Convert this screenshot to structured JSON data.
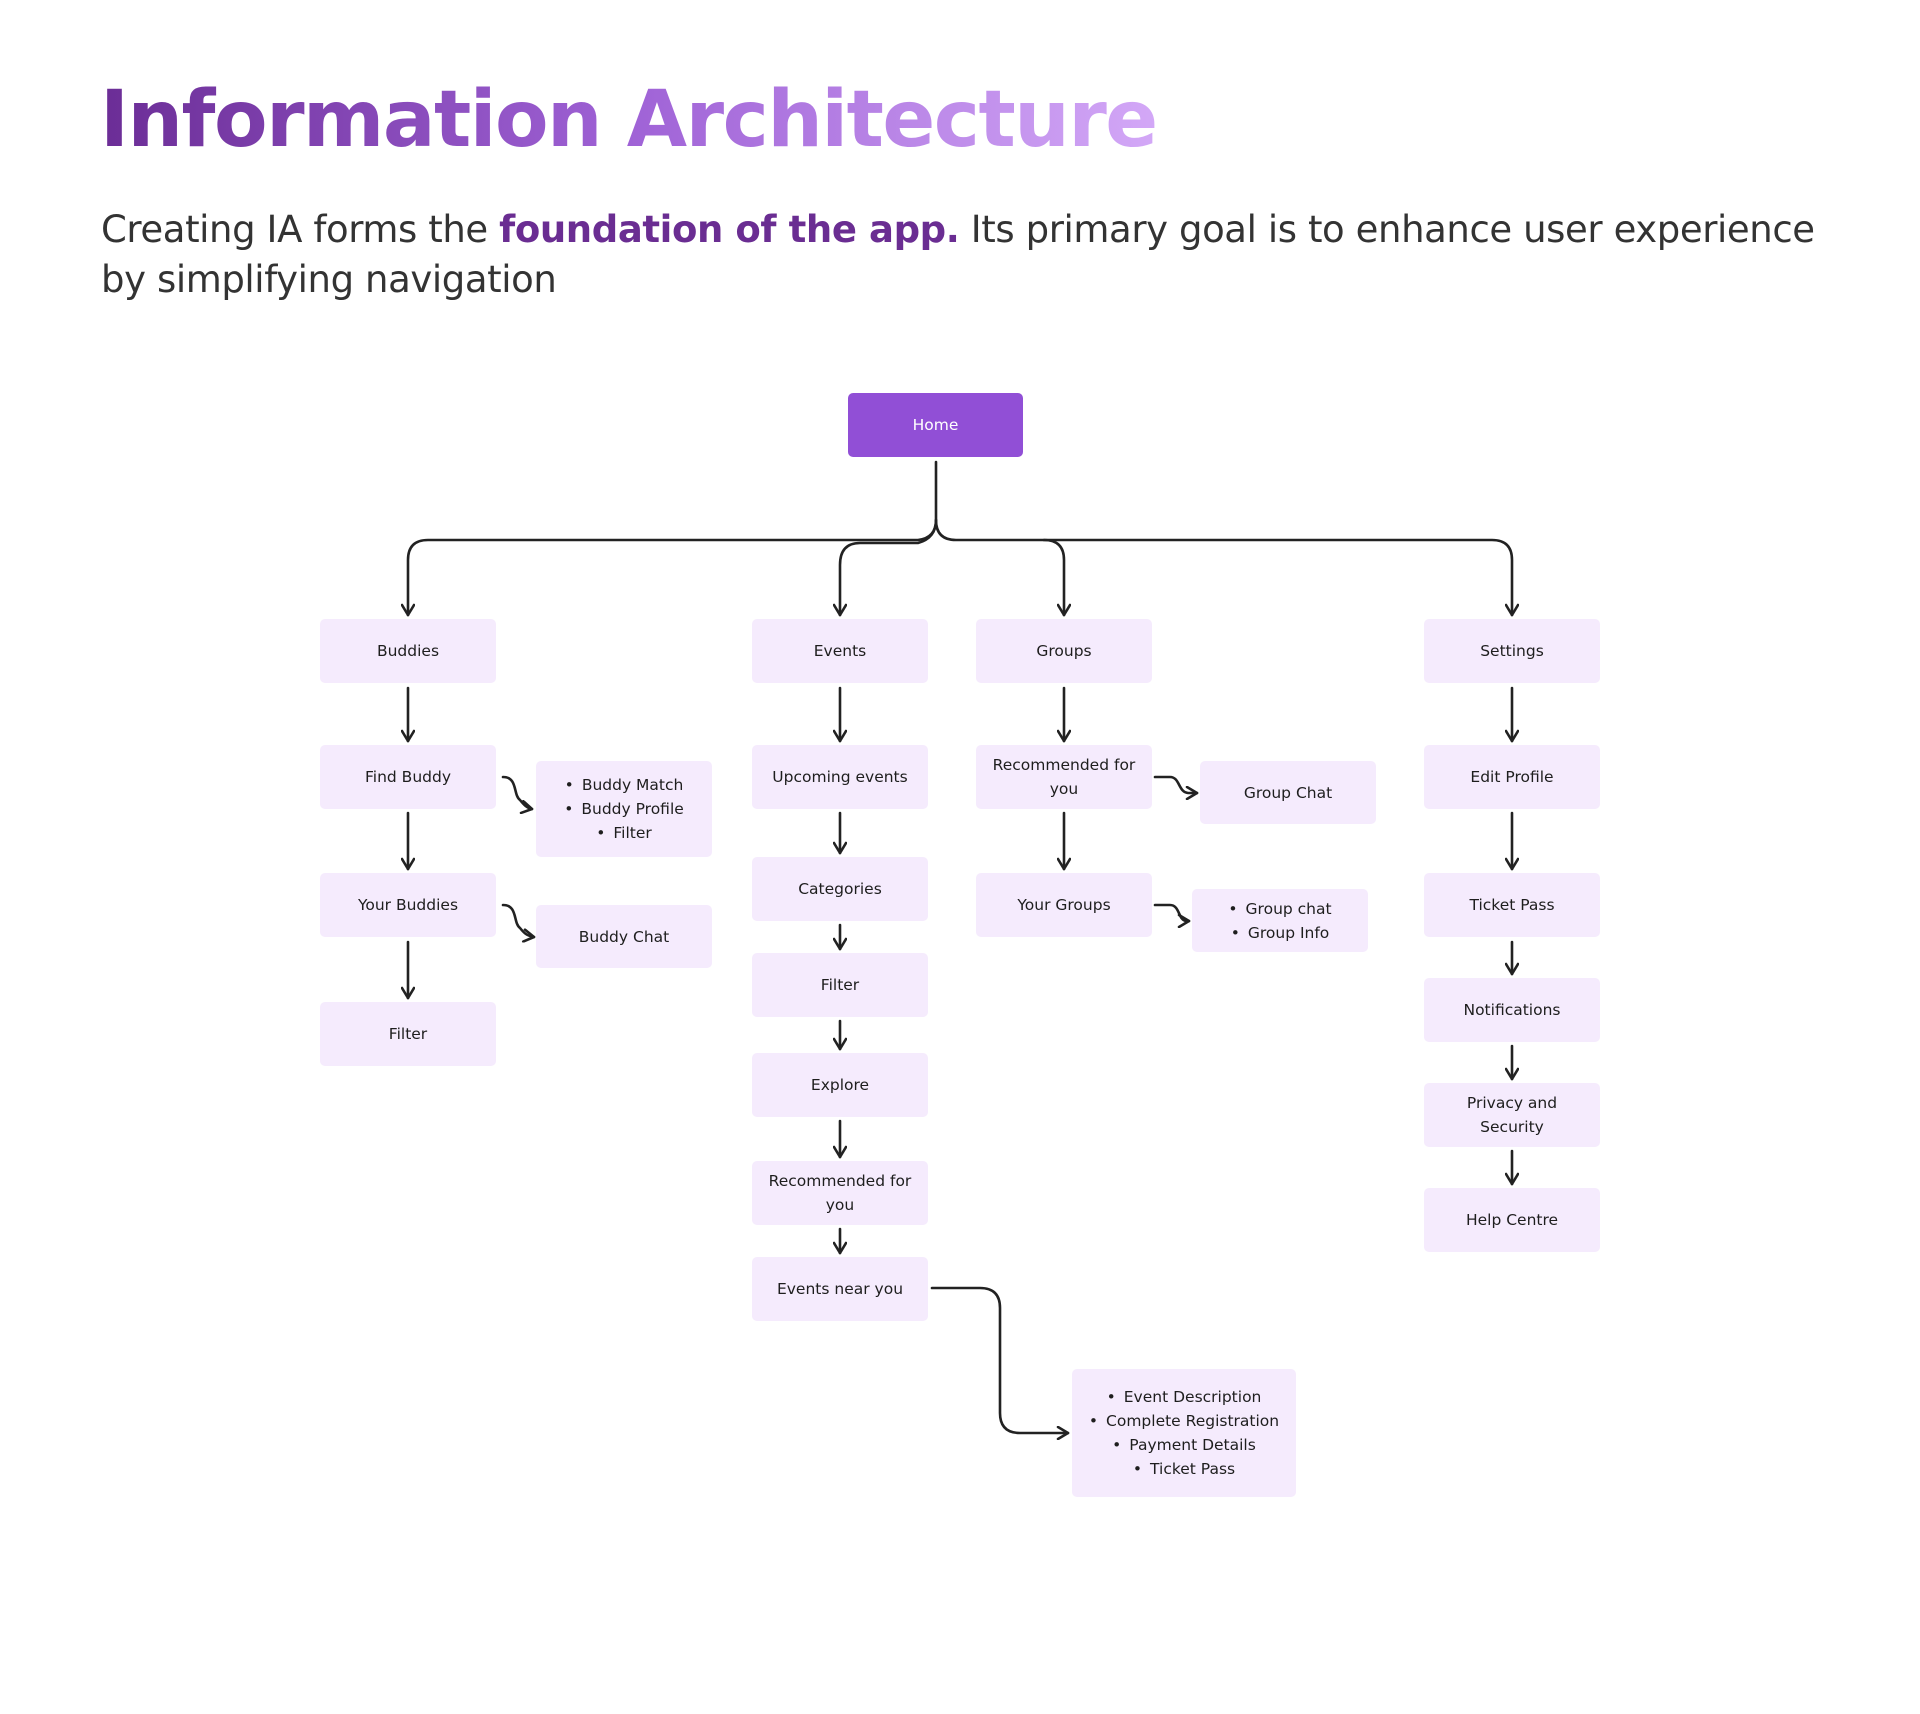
{
  "header": {
    "title": "Information Architecture",
    "subtitle_before": "Creating IA forms the ",
    "subtitle_highlight": "foundation of the app.",
    "subtitle_after": " Its primary goal is to enhance user experience by simplifying navigation"
  },
  "colors": {
    "home_fill": "#914FD6",
    "node_fill": "#F5EBFD",
    "highlight_text": "#6A2D92",
    "title_gradient_start": "#6B2D96",
    "title_gradient_end": "#D3A8F7",
    "connector": "#222222"
  },
  "diagram": {
    "home": "Home",
    "buddies": {
      "label": "Buddies",
      "find_buddy": "Find Buddy",
      "find_buddy_details": [
        "Buddy Match",
        "Buddy Profile",
        "Filter"
      ],
      "your_buddies": "Your Buddies",
      "buddy_chat": "Buddy Chat",
      "filter": "Filter"
    },
    "events": {
      "label": "Events",
      "upcoming": "Upcoming events",
      "categories": "Categories",
      "filter": "Filter",
      "explore": "Explore",
      "recommended": "Recommended for you",
      "near_you": "Events near you",
      "near_you_details": [
        "Event Description",
        "Complete Registration",
        "Payment Details",
        "Ticket Pass"
      ]
    },
    "groups": {
      "label": "Groups",
      "recommended": "Recommended for you",
      "group_chat": "Group Chat",
      "your_groups": "Your Groups",
      "your_groups_details": [
        "Group chat",
        "Group Info"
      ]
    },
    "settings": {
      "label": "Settings",
      "edit_profile": "Edit Profile",
      "ticket_pass": "Ticket Pass",
      "notifications": "Notifications",
      "privacy": "Privacy and Security",
      "help": "Help Centre"
    }
  }
}
